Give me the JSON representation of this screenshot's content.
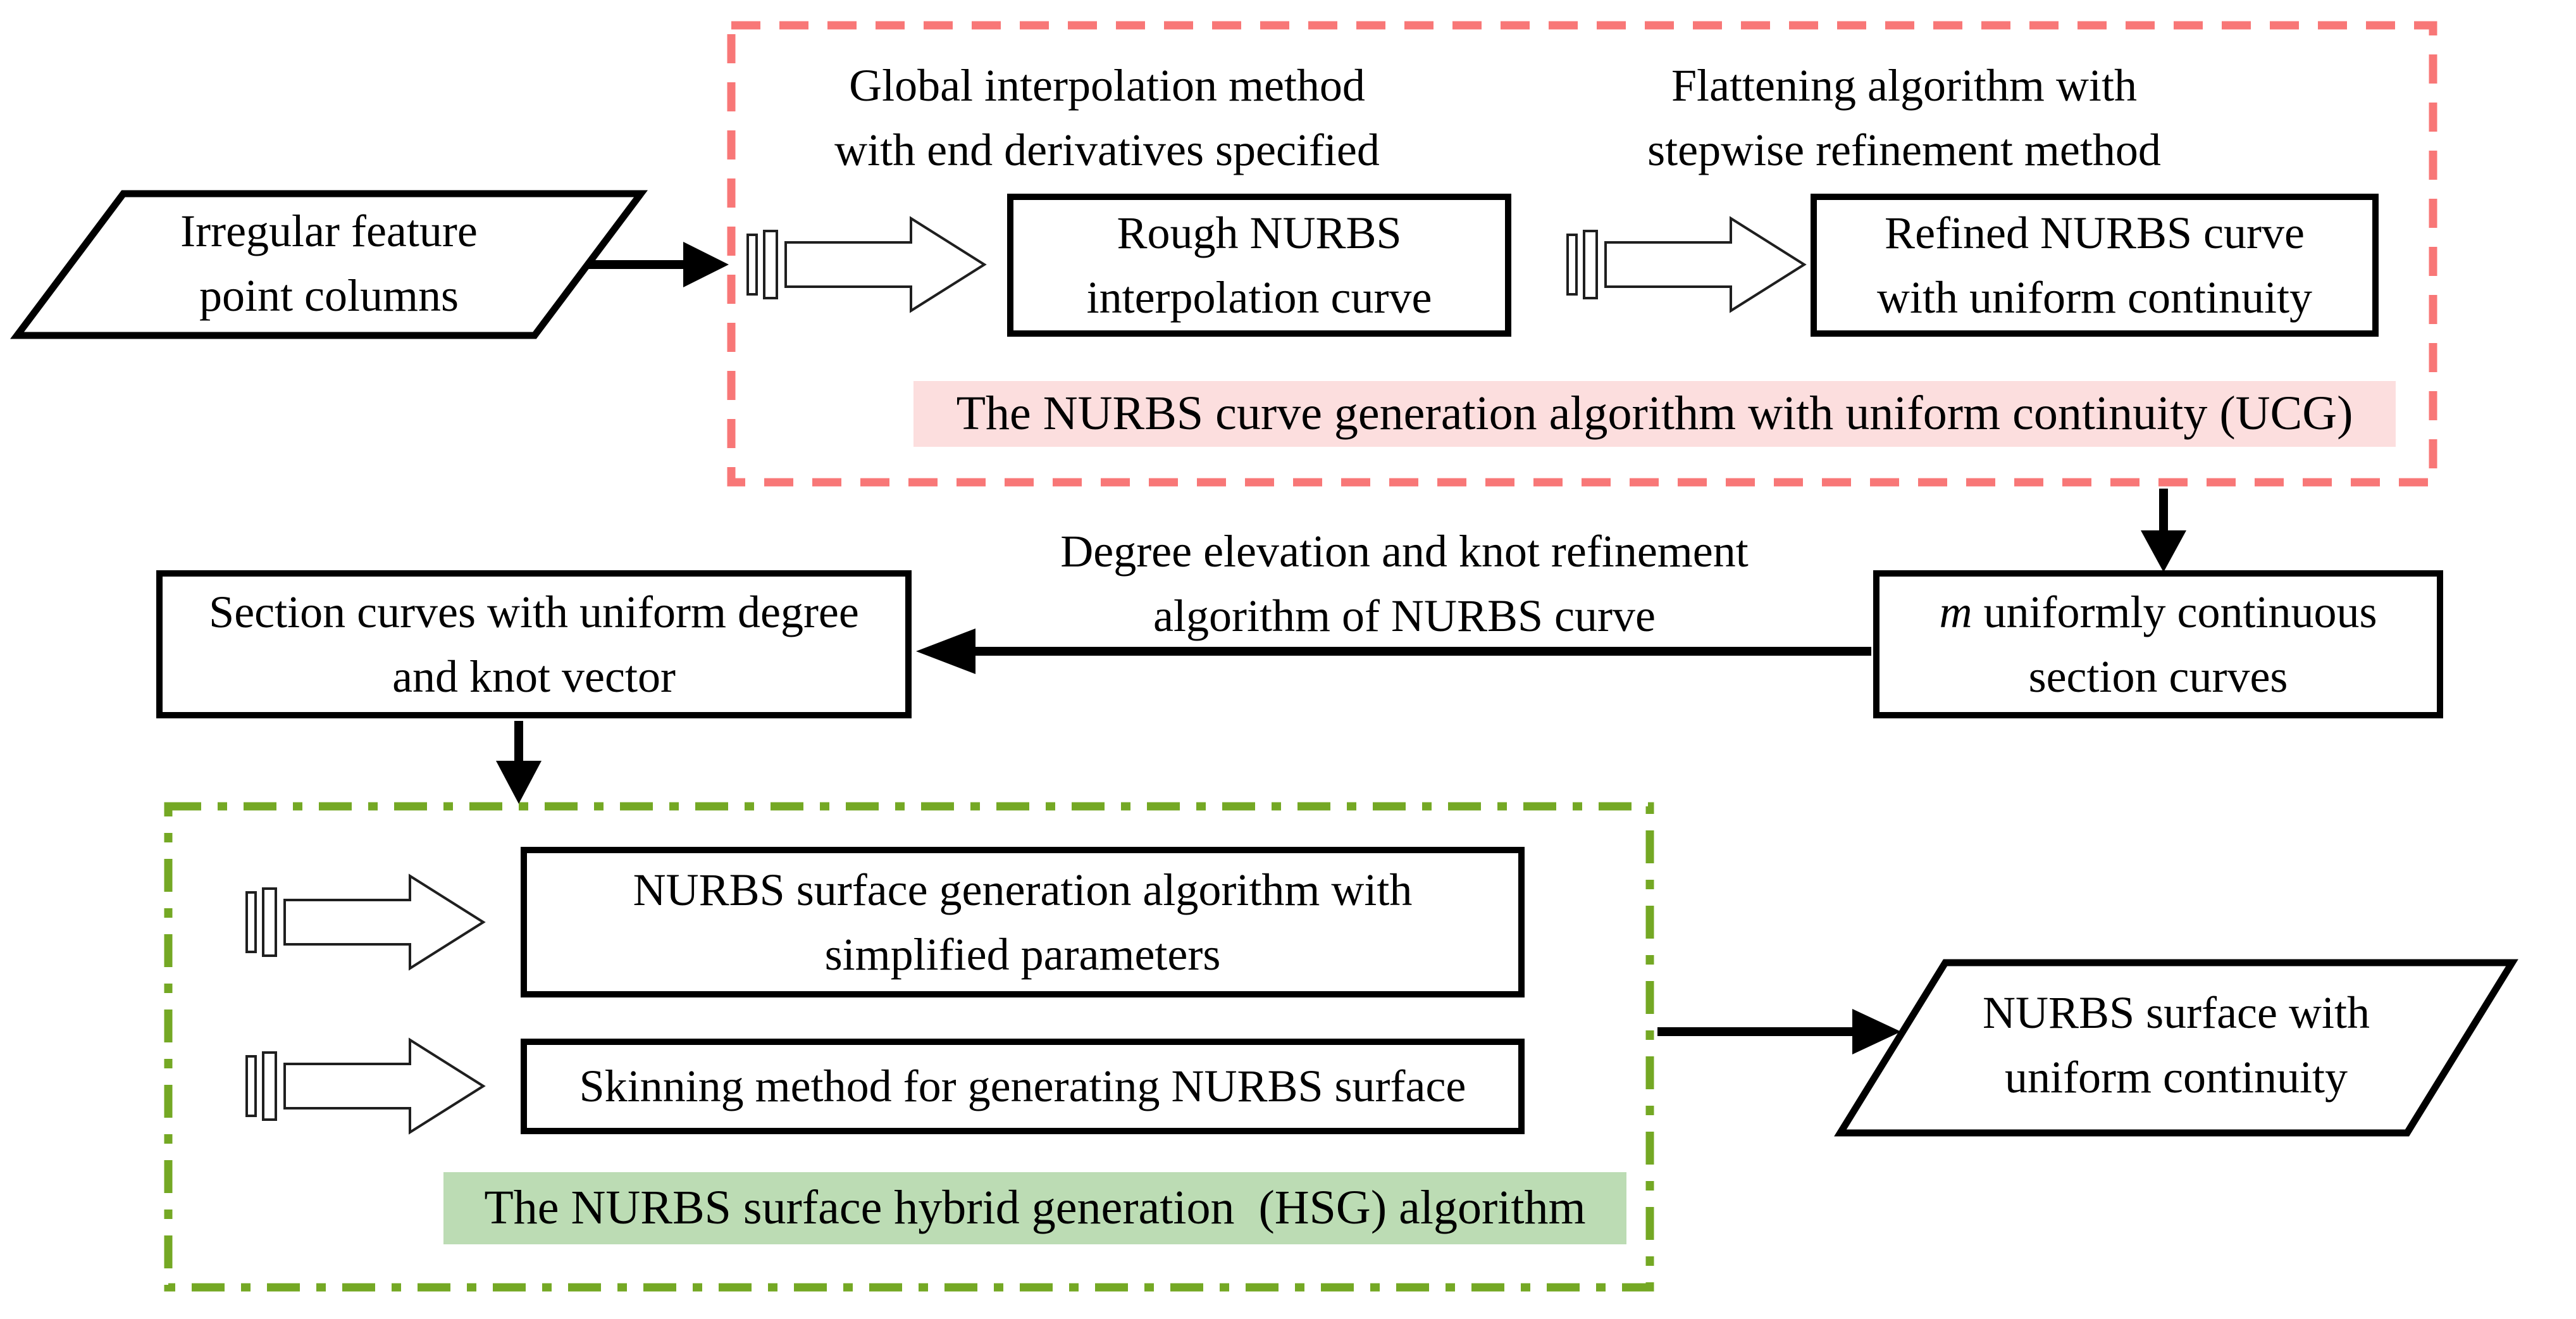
{
  "diagram": {
    "input_parallelogram": "Irregular feature\npoint columns",
    "ucg_group": {
      "caption_left": "Global interpolation method\nwith end derivatives specified",
      "caption_right": "Flattening algorithm with\nstepwise refinement method",
      "rough_box": "Rough NURBS\ninterpolation curve",
      "refined_box": "Refined NURBS curve\nwith uniform continuity",
      "banner": "The NURBS curve generation algorithm with uniform continuity (UCG)"
    },
    "middle": {
      "m_box_italic": "m",
      "m_box_rest": "  uniformly continuous\nsection curves",
      "arrow_caption": "Degree elevation and knot refinement\nalgorithm of NURBS curve",
      "section_box": "Section curves with uniform degree\nand knot vector"
    },
    "hsg_group": {
      "gen_box": "NURBS surface generation algorithm with\nsimplified parameters",
      "skin_box": "Skinning method for generating NURBS surface",
      "banner": "The NURBS surface hybrid generation  (HSG) algorithm"
    },
    "output_parallelogram": "NURBS surface with\nuniform continuity"
  },
  "colors": {
    "red_dash": "#f87777",
    "pink_bg": "#fcdede",
    "green_dash": "#74a824",
    "green_bg": "#bcdcb4",
    "line": "#000000"
  }
}
